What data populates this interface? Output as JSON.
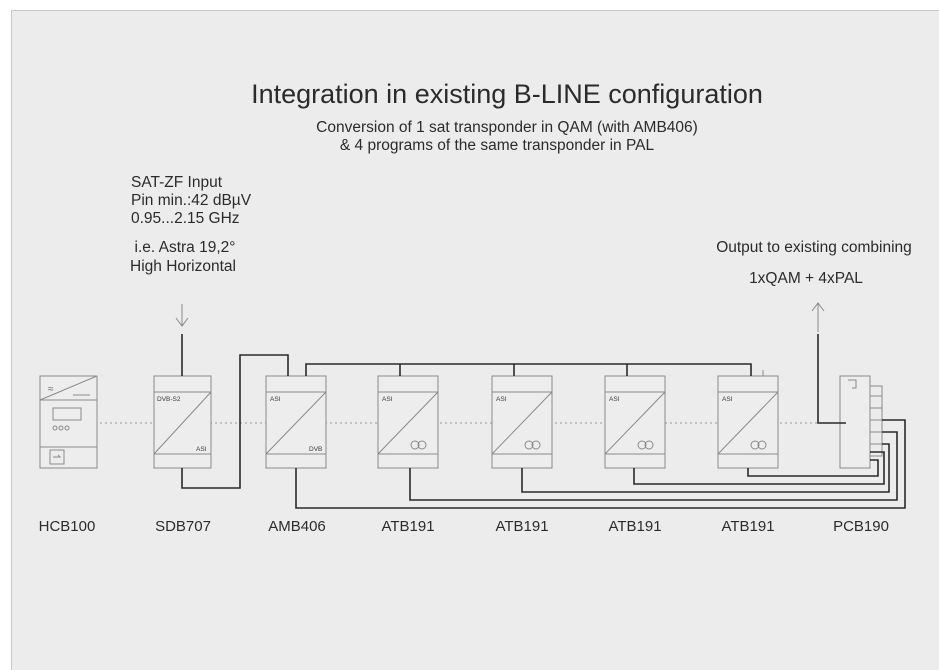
{
  "title": "Integration in existing B-LINE configuration",
  "subtitle_lines": [
    "Conversion of 1 sat transponder in QAM (with AMB406)",
    "& 4 programs of the same transponder in PAL"
  ],
  "input_note": {
    "lines": [
      "SAT-ZF Input",
      "Pin min.:42 dBµV",
      "0.95...2.15 GHz"
    ],
    "example_lines": [
      "i.e. Astra 19,2°",
      "High Horizontal"
    ]
  },
  "output_note": {
    "lines": [
      "Output to existing combining",
      "1xQAM + 4xPAL"
    ]
  },
  "devices": [
    {
      "id": "hcb100",
      "label": "HCB100",
      "ports": []
    },
    {
      "id": "sdb707",
      "label": "SDB707",
      "ports": [
        "DVB-S2",
        "ASI"
      ]
    },
    {
      "id": "amb406",
      "label": "AMB406",
      "ports": [
        "ASI",
        "DVB"
      ]
    },
    {
      "id": "atb191-1",
      "label": "ATB191",
      "ports": [
        "ASI"
      ]
    },
    {
      "id": "atb191-2",
      "label": "ATB191",
      "ports": [
        "ASI"
      ]
    },
    {
      "id": "atb191-3",
      "label": "ATB191",
      "ports": [
        "ASI"
      ]
    },
    {
      "id": "atb191-4",
      "label": "ATB191",
      "ports": [
        "ASI"
      ]
    },
    {
      "id": "pcb190",
      "label": "PCB190",
      "ports": []
    }
  ]
}
